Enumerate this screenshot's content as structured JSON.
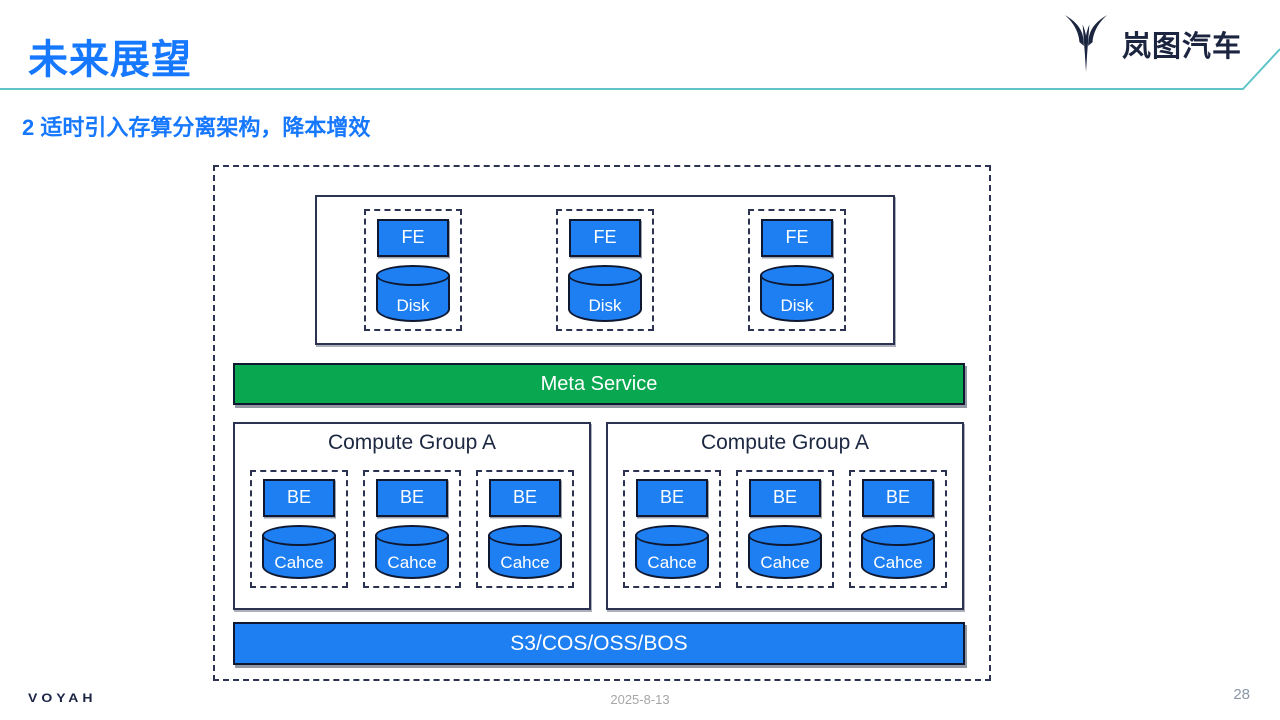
{
  "header": {
    "title": "未来展望",
    "subtitle": "2 适时引入存算分离架构，降本增效",
    "brand_name": "岚图汽车",
    "brand_icon": "voyah-horns-icon"
  },
  "colors": {
    "accent_blue": "#1677ff",
    "box_blue": "#1e7ff2",
    "meta_green": "#0aa751",
    "navy": "#1c2540",
    "teal_line": "#5fc4c8",
    "border_dark": "#0e1830"
  },
  "diagram": {
    "fe_nodes": [
      {
        "label": "FE",
        "storage": "Disk"
      },
      {
        "label": "FE",
        "storage": "Disk"
      },
      {
        "label": "FE",
        "storage": "Disk"
      }
    ],
    "meta_service": "Meta Service",
    "groups": [
      {
        "title": "Compute Group A",
        "nodes": [
          {
            "label": "BE",
            "storage": "Cahce"
          },
          {
            "label": "BE",
            "storage": "Cahce"
          },
          {
            "label": "BE",
            "storage": "Cahce"
          }
        ]
      },
      {
        "title": "Compute Group A",
        "nodes": [
          {
            "label": "BE",
            "storage": "Cahce"
          },
          {
            "label": "BE",
            "storage": "Cahce"
          },
          {
            "label": "BE",
            "storage": "Cahce"
          }
        ]
      }
    ],
    "object_storage": "S3/COS/OSS/BOS"
  },
  "footer": {
    "brand": "VOYAH",
    "date": "2025-8-13",
    "page": "28"
  }
}
